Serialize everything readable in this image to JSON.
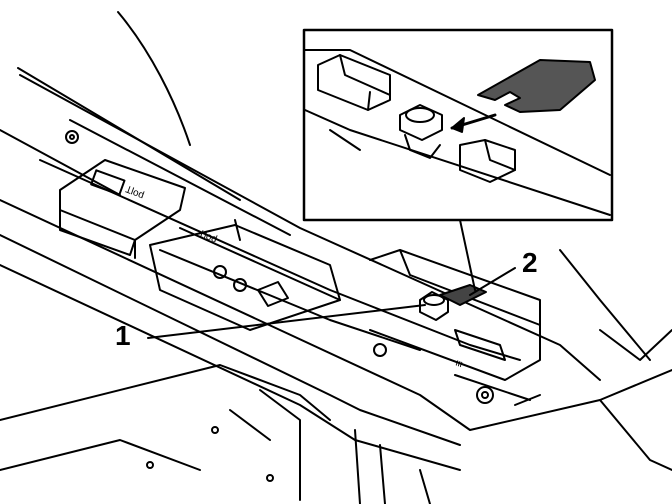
{
  "callouts": [
    {
      "label": "1"
    },
    {
      "label": "2"
    }
  ],
  "stamped_text": {
    "left_tag": "Ʇlod",
    "center_tag": "Ʇlod",
    "right_marks": "ιιι"
  },
  "colors": {
    "ink": "#000000",
    "paper": "#ffffff"
  }
}
